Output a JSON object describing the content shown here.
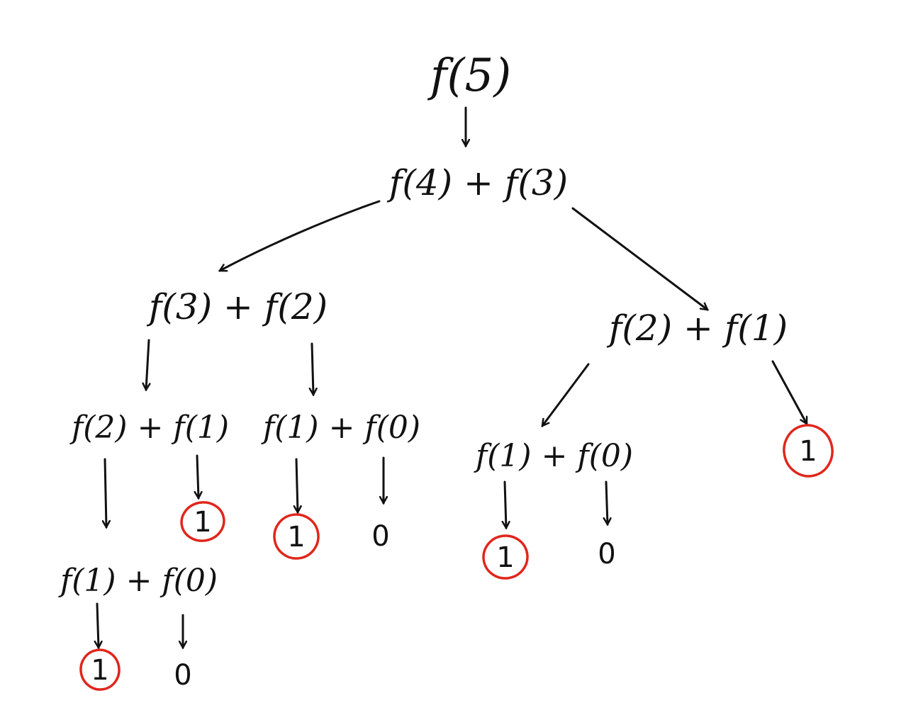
{
  "tree": {
    "root": "f(5)",
    "level1": "f(4) + f(3)",
    "level2_left": "f(3) + f(2)",
    "level2_right": "f(2) + f(1)",
    "level3_a": "f(2) + f(1)",
    "level3_b": "f(1) + f(0)",
    "level3_c": "f(1) + f(0)",
    "level4_a": "f(1) + f(0)"
  },
  "leaves": {
    "one": "1",
    "zero": "0"
  },
  "colors": {
    "ink": "#111111",
    "highlight": "#e0261c"
  }
}
